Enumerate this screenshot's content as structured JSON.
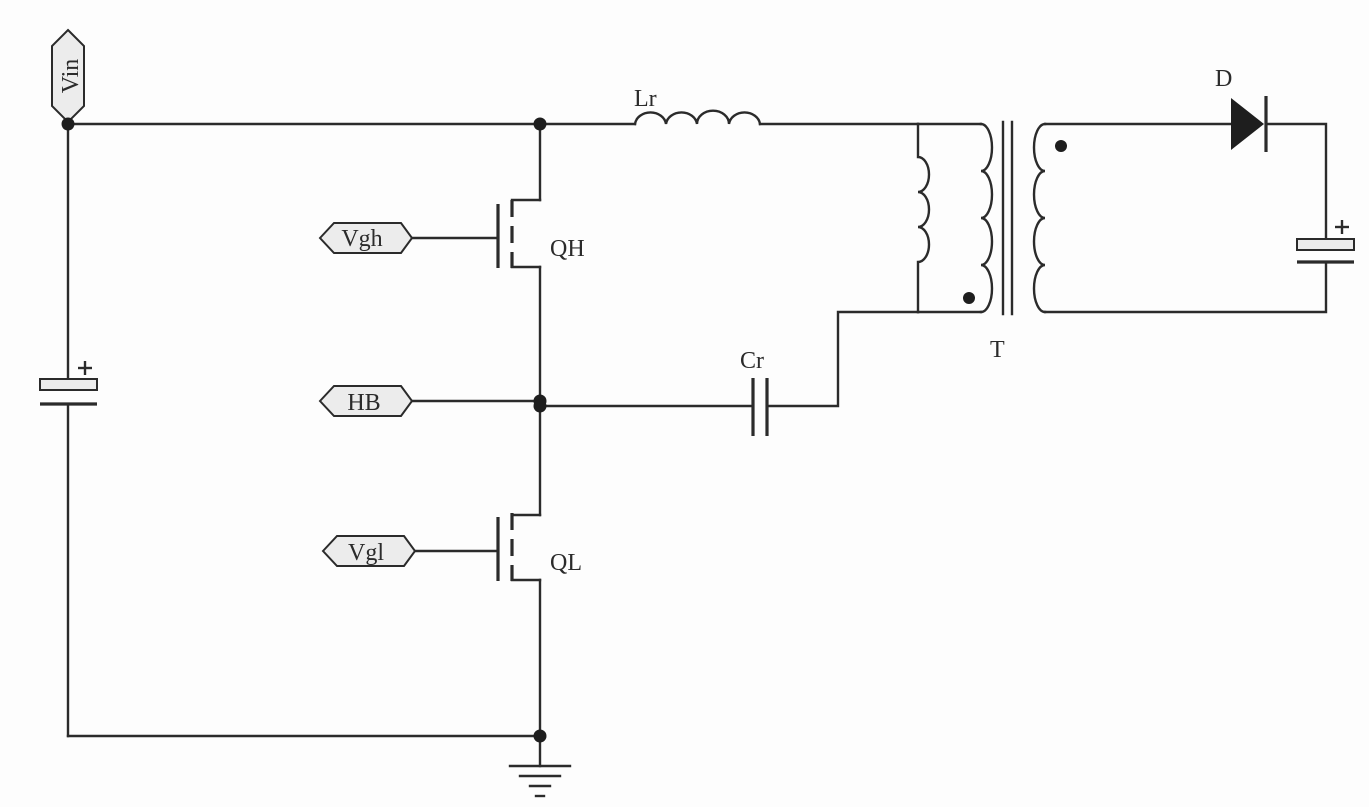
{
  "ports": {
    "vin": "Vin",
    "vgh": "Vgh",
    "hb": "HB",
    "vgl": "Vgl"
  },
  "components": {
    "resonant_inductor": "Lr",
    "resonant_capacitor": "Cr",
    "high_side_switch": "QH",
    "low_side_switch": "QL",
    "transformer": "T",
    "output_diode": "D"
  },
  "polarity": {
    "input_capacitor": "+",
    "output_capacitor": "+"
  }
}
